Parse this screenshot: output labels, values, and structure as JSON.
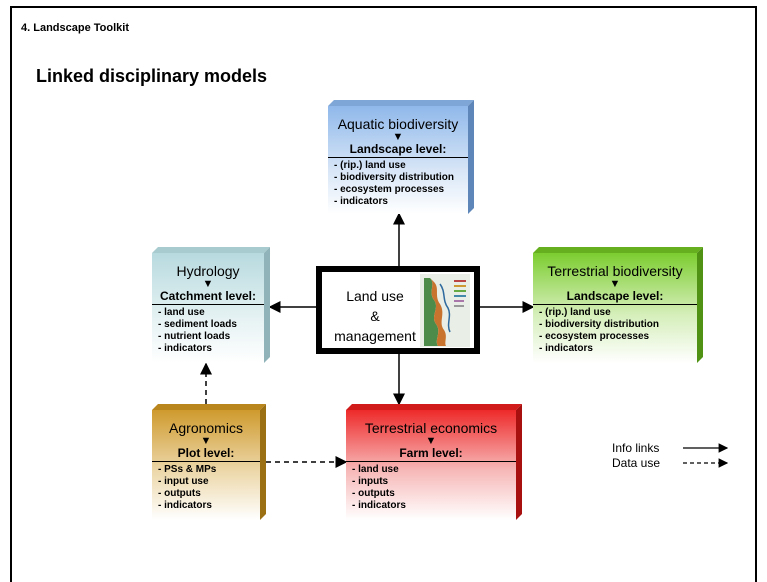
{
  "section_label": "4. Landscape Toolkit",
  "slide_title": "Linked disciplinary models",
  "center": {
    "text_line1": "Land use",
    "text_line2": "&",
    "text_line3": "management"
  },
  "boxes": {
    "aquatic": {
      "title": "Aquatic biodiversity",
      "level": "Landscape level:",
      "items": [
        "- (rip.) land use",
        "- biodiversity distribution",
        "- ecosystem processes",
        "- indicators"
      ],
      "color": "#9ec3ee"
    },
    "hydrology": {
      "title": "Hydrology",
      "level": "Catchment level:",
      "items": [
        "- land use",
        "- sediment loads",
        "- nutrient loads",
        "- indicators"
      ],
      "color": "#c2e0e4"
    },
    "terrestrial_bio": {
      "title": "Terrestrial biodiversity",
      "level": "Landscape level:",
      "items": [
        "- (rip.) land use",
        "- biodiversity distribution",
        "- ecosystem processes",
        "- indicators"
      ],
      "color": "#8dd445"
    },
    "agronomics": {
      "title": "Agronomics",
      "level": "Plot level:",
      "items": [
        "- PSs & MPs",
        "- input use",
        "- outputs",
        "- indicators"
      ],
      "color": "#d3a43c"
    },
    "terrestrial_econ": {
      "title": "Terrestrial economics",
      "level": "Farm level:",
      "items": [
        "- land use",
        "- inputs",
        "- outputs",
        "- indicators"
      ],
      "color": "#f03a3a"
    }
  },
  "legend": {
    "info_links": "Info links",
    "data_use": "Data use"
  }
}
